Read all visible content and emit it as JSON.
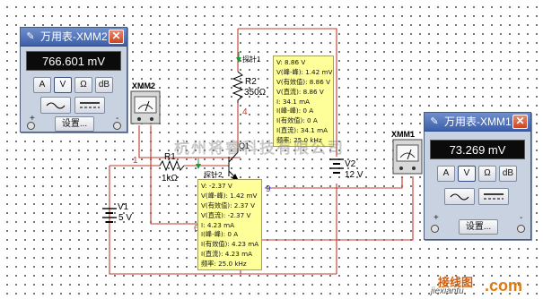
{
  "multimeter_xmm2": {
    "title": "万用表-XMM2",
    "reading": "766.601 mV",
    "btn_a": "A",
    "btn_v": "V",
    "btn_ohm": "Ω",
    "btn_db": "dB",
    "settings": "设置...",
    "plus": "+",
    "minus": "-",
    "icon_label": "XMM2"
  },
  "multimeter_xmm1": {
    "title": "万用表-XMM1",
    "reading": "73.269 mV",
    "btn_a": "A",
    "btn_v": "V",
    "btn_ohm": "Ω",
    "btn_db": "dB",
    "settings": "设置...",
    "plus": "+",
    "minus": "-",
    "icon_label": "XMM1"
  },
  "probe1": {
    "label": "探针1",
    "lines": [
      "V: 8.86 V",
      "V(峰-峰): 1.42 mV",
      "V(有效值): 8.86 V",
      "V(直流): 8.86 V",
      "I: 34.1 mA",
      "I(峰-峰): 0 A",
      "I(有效值): 0 A",
      "I(直流): 34.1 mA",
      "频率: 25.0 kHz"
    ]
  },
  "probe2": {
    "label": "探针2",
    "lines": [
      "V: -2.37 V",
      "V(峰-峰): 1.42 mV",
      "V(有效值): 2.37 V",
      "V(直流): -2.37 V",
      "I: 4.23 mA",
      "I(峰-峰): 0 A",
      "I(有效值): 4.23 mA",
      "I(直流): 4.23 mA",
      "频率: 25.0 kHz"
    ]
  },
  "components": {
    "r1_name": "R1",
    "r1_value": "1kΩ",
    "r2_name": "R2",
    "r2_value": "350Ω",
    "q1_name": "Q1",
    "v1_name": "V1",
    "v1_value": "5 V",
    "v2_name": "V2",
    "v2_value": "12 V"
  },
  "nodes": {
    "n1": "1",
    "n4": "4",
    "n6": "6",
    "n9": "9"
  },
  "watermark": {
    "center": "杭州将睿科技有限公司",
    "logo": "接线图",
    "url": "jiexiantu",
    "com": ".com"
  },
  "colors": {
    "wire_red": "#c0392b",
    "probe_bg": "#ffff99",
    "titlebar": "#3d5fa8"
  }
}
